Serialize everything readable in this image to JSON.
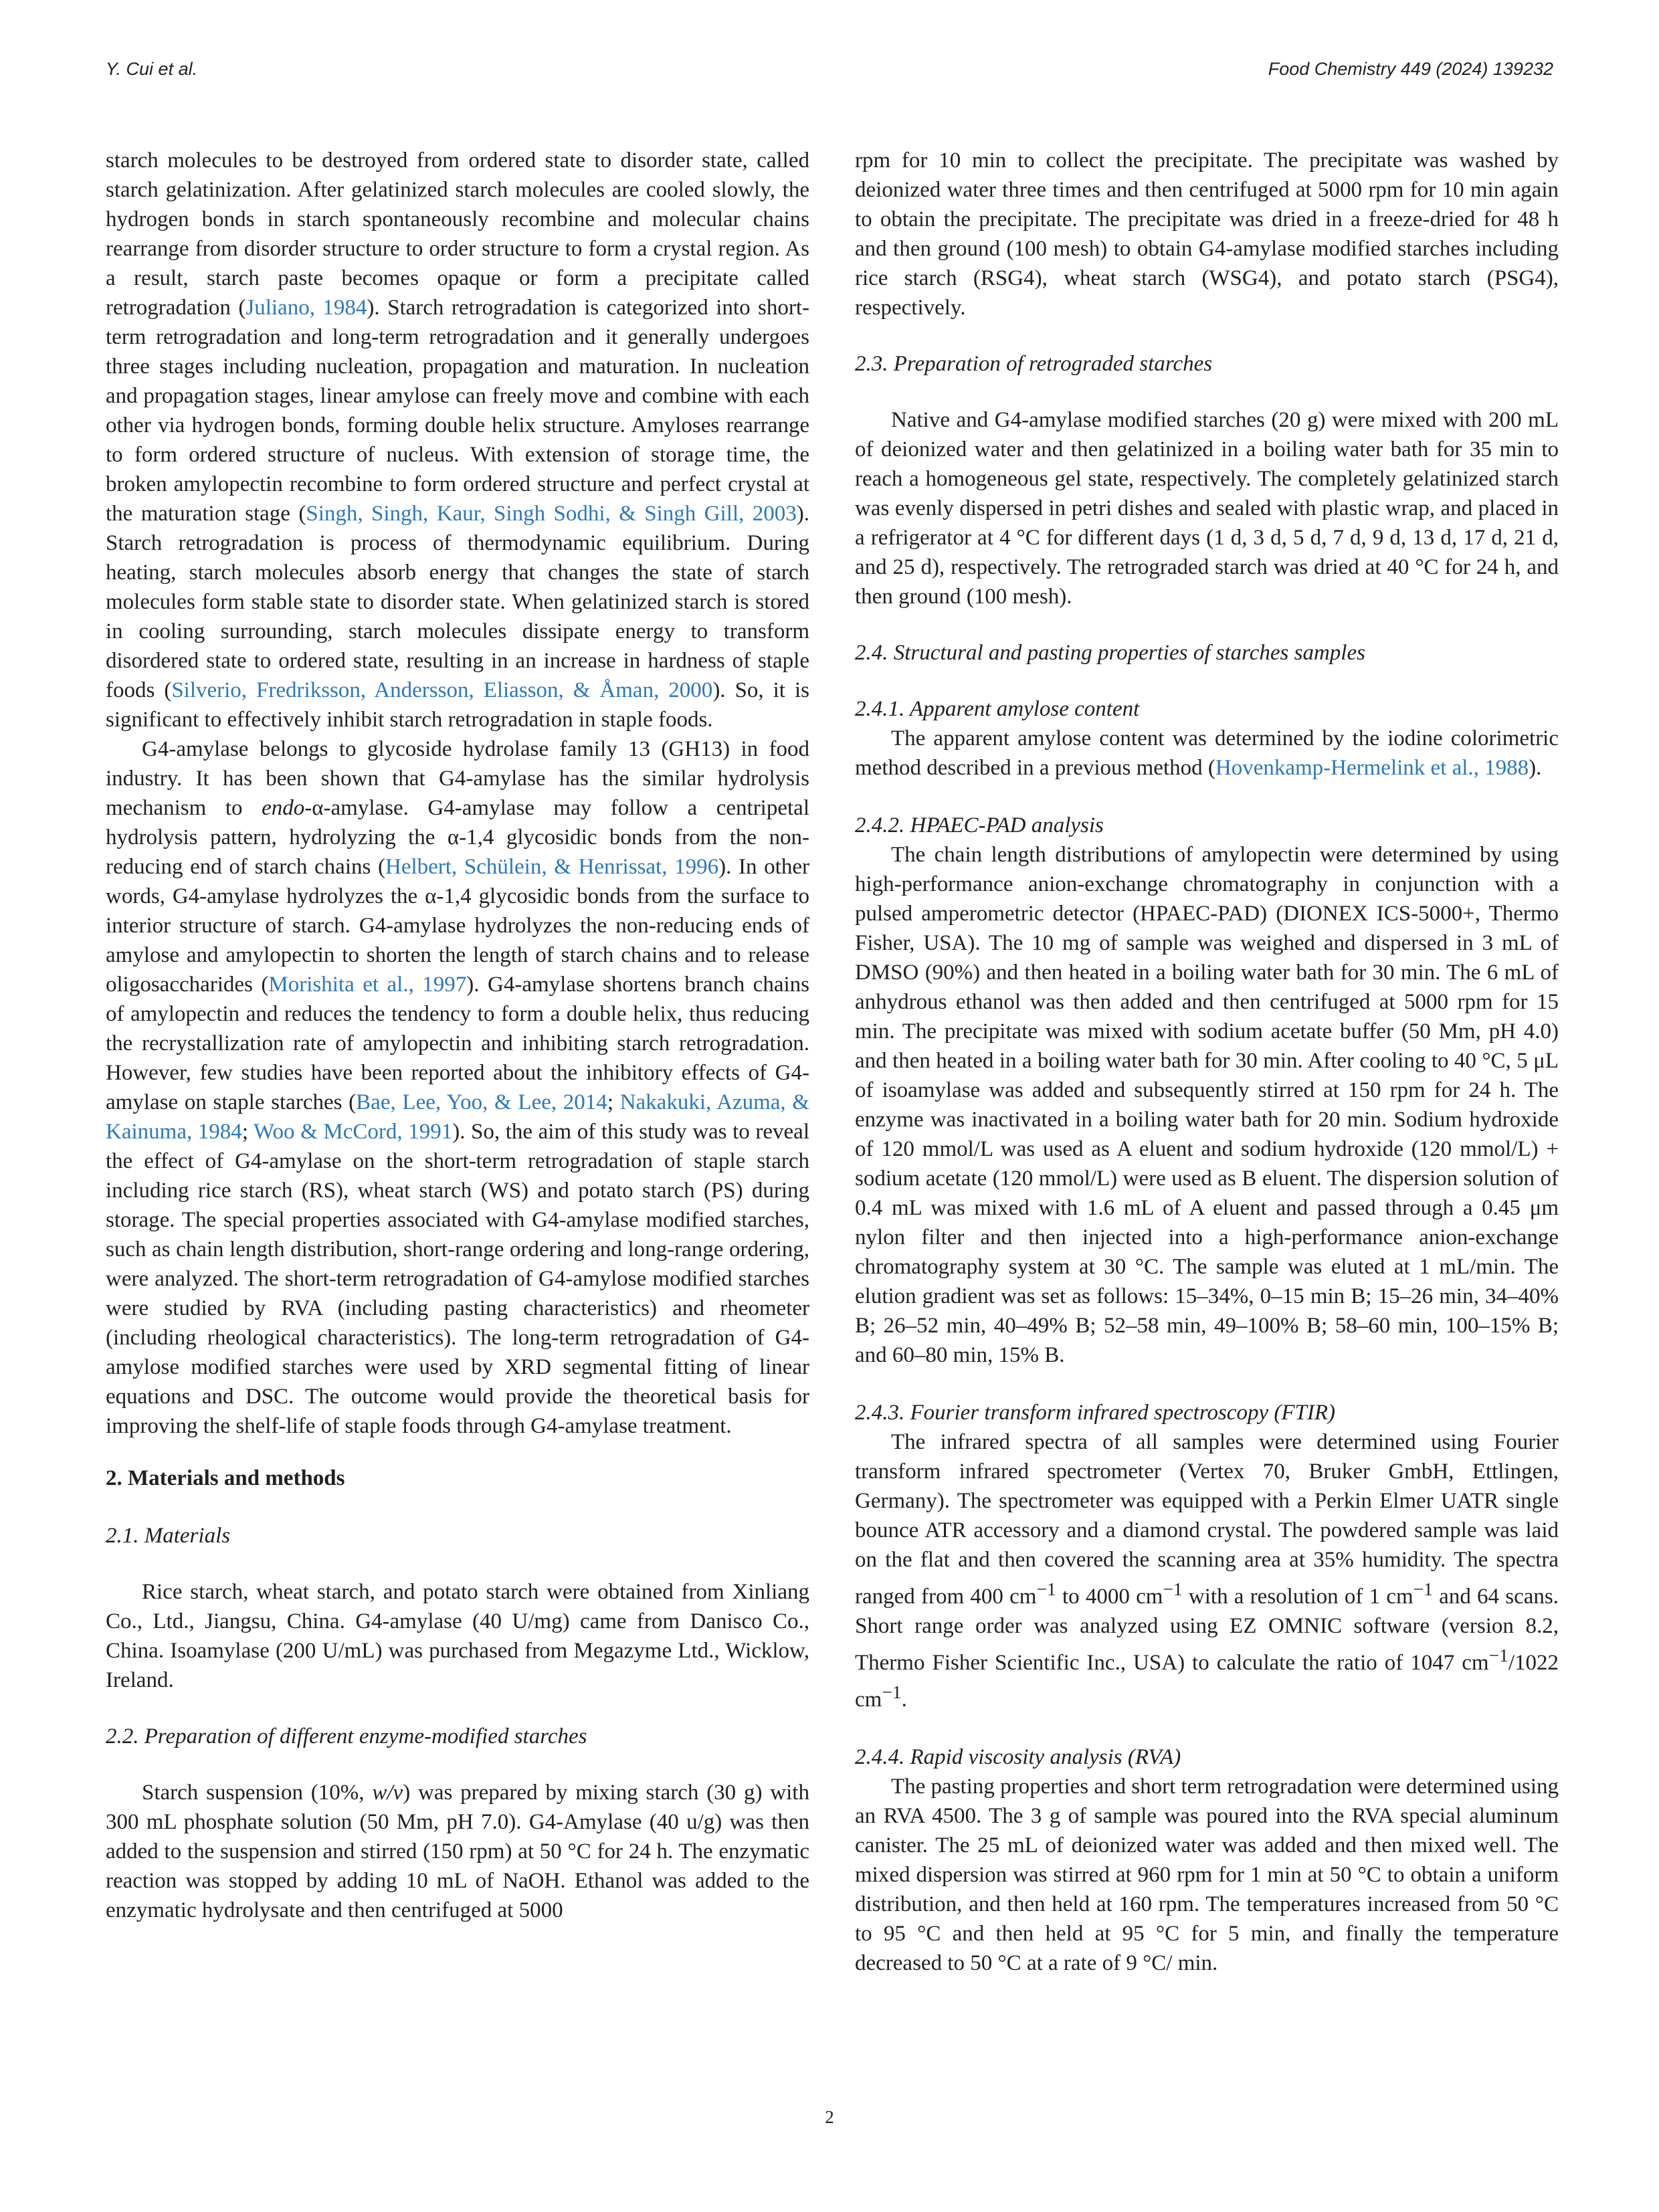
{
  "header": {
    "authors": "Y. Cui et al.",
    "journal": "Food Chemistry 449 (2024) 139232"
  },
  "left": {
    "p1": {
      "a": "starch molecules to be destroyed from ordered state to disorder state, called starch gelatinization. After gelatinized starch molecules are cooled slowly, the hydrogen bonds in starch spontaneously recombine and molecular chains rearrange from disorder structure to order structure to form a crystal region. As a result, starch paste becomes opaque or form a precipitate called retrogradation (",
      "c1": "Juliano, 1984",
      "b": "). Starch retrogradation is categorized into short-term retrogradation and long-term retrogradation and it generally undergoes three stages including nucleation, propagation and maturation. In nucleation and propagation stages, linear amylose can freely move and combine with each other via hydrogen bonds, forming double helix structure. Amyloses rearrange to form ordered structure of nucleus. With extension of storage time, the broken amylopectin recombine to form ordered structure and perfect crystal at the maturation stage (",
      "c2": "Singh, Singh, Kaur, Singh Sodhi, & Singh Gill, 2003",
      "c": "). Starch retrogradation is process of thermodynamic equilibrium. During heating, starch molecules absorb energy that changes the state of starch molecules form stable state to disorder state. When gelatinized starch is stored in cooling surrounding, starch molecules dissipate energy to transform disordered state to ordered state, resulting in an increase in hardness of staple foods (",
      "c3": "Silverio, Fredriksson, Andersson, Eliasson, & Åman, 2000",
      "d": "). So, it is significant to effectively inhibit starch retrogradation in staple foods."
    },
    "p2": {
      "a": "G4-amylase belongs to glycoside hydrolase family 13 (GH13) in food industry. It has been shown that G4-amylase has the similar hydrolysis mechanism to ",
      "em1": "endo",
      "b": "-α-amylase. G4-amylase may follow a centripetal hydrolysis pattern, hydrolyzing the α-1,4 glycosidic bonds from the non-reducing end of starch chains (",
      "c1": "Helbert, Schülein, & Henrissat, 1996",
      "c": "). In other words, G4-amylase hydrolyzes the α-1,4 glycosidic bonds from the surface to interior structure of starch. G4-amylase hydrolyzes the non-reducing ends of amylose and amylopectin to shorten the length of starch chains and to release oligosaccharides (",
      "c2": "Morishita et al., 1997",
      "d": "). G4-amylase shortens branch chains of amylopectin and reduces the tendency to form a double helix, thus reducing the recrystallization rate of amylopectin and inhibiting starch retrogradation. However, few studies have been reported about the inhibitory effects of G4-amylase on staple starches (",
      "c3": "Bae, Lee, Yoo, & Lee, 2014",
      "e": "; ",
      "c4": "Nakakuki, Azuma, & Kainuma, 1984",
      "f": "; ",
      "c5": "Woo & McCord, 1991",
      "g": "). So, the aim of this study was to reveal the effect of G4-amylase on the short-term retrogradation of staple starch including rice starch (RS), wheat starch (WS) and potato starch (PS) during storage. The special properties associated with G4-amylase modified starches, such as chain length distribution, short-range ordering and long-range ordering, were analyzed. The short-term retrogradation of G4-amylose modified starches were studied by RVA (including pasting characteristics) and rheometer (including rheological characteristics). The long-term retrogradation of G4-amylose modified starches were used by XRD segmental fitting of linear equations and DSC. The outcome would provide the theoretical basis for improving the shelf-life of staple foods through G4-amylase treatment."
    },
    "h_methods": "2.  Materials and methods",
    "h_materials": "2.1.  Materials",
    "p_materials": "Rice starch, wheat starch, and potato starch were obtained from Xinliang Co., Ltd., Jiangsu, China. G4-amylase (40 U/mg) came from Danisco Co., China. Isoamylase (200 U/mL) was purchased from Megazyme Ltd., Wicklow, Ireland.",
    "h_prep": "2.2.  Preparation of different enzyme-modified starches",
    "p_prep": {
      "a": "Starch suspension (10%, ",
      "em1": "w/v",
      "b": ") was prepared by mixing starch (30 g) with 300 mL phosphate solution (50 Mm, pH 7.0). G4-Amylase (40 u/g) was then added to the suspension and stirred (150 rpm) at 50 °C for 24 h. The enzymatic reaction was stopped by adding 10 mL of NaOH. Ethanol was added to the enzymatic hydrolysate and then centrifuged at 5000"
    }
  },
  "right": {
    "p_cont": "rpm for 10 min to collect the precipitate. The precipitate was washed by deionized water three times and then centrifuged at 5000 rpm for 10 min again to obtain the precipitate. The precipitate was dried in a freeze-dried for 48 h and then ground (100 mesh) to obtain G4-amylase modified starches including rice starch (RSG4), wheat starch (WSG4), and potato starch (PSG4), respectively.",
    "h_retro": "2.3.  Preparation of retrograded starches",
    "p_retro": "Native and G4-amylase modified starches (20 g) were mixed with 200 mL of deionized water and then gelatinized in a boiling water bath for 35 min to reach a homogeneous gel state, respectively. The completely gelatinized starch was evenly dispersed in petri dishes and sealed with plastic wrap, and placed in a refrigerator at 4 °C for different days (1 d, 3 d, 5 d, 7 d, 9 d, 13 d, 17 d, 21 d, and 25 d), respectively. The retrograded starch was dried at 40 °C for 24 h, and then ground (100 mesh).",
    "h_struct": "2.4.  Structural and pasting properties of starches samples",
    "h_amylose": "2.4.1.  Apparent amylose content",
    "p_amylose": {
      "a": "The apparent amylose content was determined by the iodine colorimetric method described in a previous method (",
      "c1": "Hovenkamp-Hermelink et al., 1988",
      "b": ")."
    },
    "h_hpaec": "2.4.2.  HPAEC-PAD analysis",
    "p_hpaec": "The chain length distributions of amylopectin were determined by using high-performance anion-exchange chromatography in conjunction with a pulsed amperometric detector (HPAEC-PAD) (DIONEX ICS-5000+, Thermo Fisher, USA). The 10 mg of sample was weighed and dispersed in 3 mL of DMSO (90%) and then heated in a boiling water bath for 30 min. The 6 mL of anhydrous ethanol was then added and then centrifuged at 5000 rpm for 15 min. The precipitate was mixed with sodium acetate buffer (50 Mm, pH 4.0) and then heated in a boiling water bath for 30 min. After cooling to 40 °C, 5 μL of isoamylase was added and subsequently stirred at 150 rpm for 24 h. The enzyme was inactivated in a boiling water bath for 20 min. Sodium hydroxide of 120 mmol/L was used as A eluent and sodium hydroxide (120 mmol/L) + sodium acetate (120 mmol/L) were used as B eluent. The dispersion solution of 0.4 mL was mixed with 1.6 mL of A eluent and passed through a 0.45 μm nylon filter and then injected into a high-performance anion-exchange chromatography system at 30 °C. The sample was eluted at 1 mL/min. The elution gradient was set as follows: 15–34%, 0–15 min B; 15–26 min, 34–40% B; 26–52 min, 40–49% B; 52–58 min, 49–100% B; 58–60 min, 100–15% B; and 60–80 min, 15% B.",
    "h_ftir": "2.4.3.  Fourier transform infrared spectroscopy (FTIR)",
    "p_ftir": {
      "a": "The infrared spectra of all samples were determined using Fourier transform infrared spectrometer (Vertex 70, Bruker GmbH, Ettlingen, Germany). The spectrometer was equipped with a Perkin Elmer UATR single bounce ATR accessory and a diamond crystal. The powdered sample was laid on the flat and then covered the scanning area at 35% humidity. The spectra ranged from 400 cm",
      "s1": "−1",
      "b": " to 4000 cm",
      "s2": "−1",
      "c": " with a resolution of 1 cm",
      "s3": "−1",
      "d": " and 64 scans. Short range order was analyzed using EZ OMNIC software (version 8.2, Thermo Fisher Scientific Inc., USA) to calculate the ratio of 1047 cm",
      "s4": "−1",
      "e": "/1022 cm",
      "s5": "−1",
      "f": "."
    },
    "h_rva": "2.4.4.  Rapid viscosity analysis (RVA)",
    "p_rva": "The pasting properties and short term retrogradation were determined using an RVA 4500. The 3 g of sample was poured into the RVA special aluminum canister. The 25 mL of deionized water was added and then mixed well. The mixed dispersion was stirred at 960 rpm for 1 min at 50 °C to obtain a uniform distribution, and then held at 160 rpm. The temperatures increased from 50 °C to 95 °C and then held at 95 °C for 5 min, and finally the temperature decreased to 50 °C at a rate of 9 °C/ min."
  },
  "footer": {
    "page_number": "2"
  }
}
